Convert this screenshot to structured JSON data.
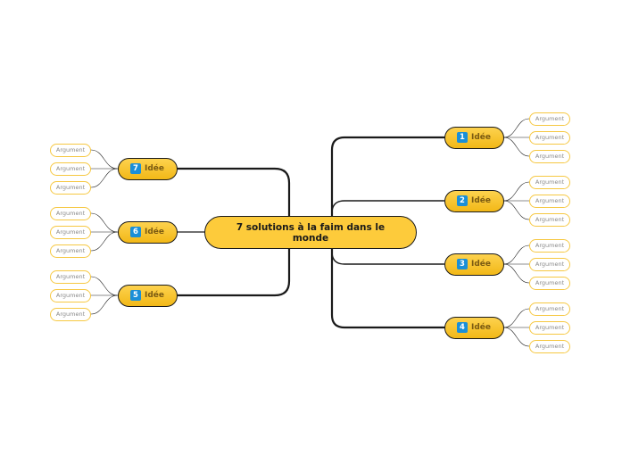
{
  "central": {
    "title": "7 solutions à la faim dans le monde"
  },
  "ideas": [
    {
      "number": "1",
      "label": "Idée",
      "arguments": [
        "Argument",
        "Argument",
        "Argument"
      ]
    },
    {
      "number": "2",
      "label": "Idée",
      "arguments": [
        "Argument",
        "Argument",
        "Argument"
      ]
    },
    {
      "number": "3",
      "label": "Idée",
      "arguments": [
        "Argument",
        "Argument",
        "Argument"
      ]
    },
    {
      "number": "4",
      "label": "Idée",
      "arguments": [
        "Argument",
        "Argument",
        "Argument"
      ]
    },
    {
      "number": "5",
      "label": "Idée",
      "arguments": [
        "Argument",
        "Argument",
        "Argument"
      ]
    },
    {
      "number": "6",
      "label": "Idée",
      "arguments": [
        "Argument",
        "Argument",
        "Argument"
      ]
    },
    {
      "number": "7",
      "label": "Idée",
      "arguments": [
        "Argument",
        "Argument",
        "Argument"
      ]
    }
  ],
  "colors": {
    "central_fill": "#fdcb3b",
    "idea_fill": "#f7c531",
    "badge": "#1a8fd8",
    "argument_border": "#f6c842",
    "line": "#1a1a1a"
  }
}
